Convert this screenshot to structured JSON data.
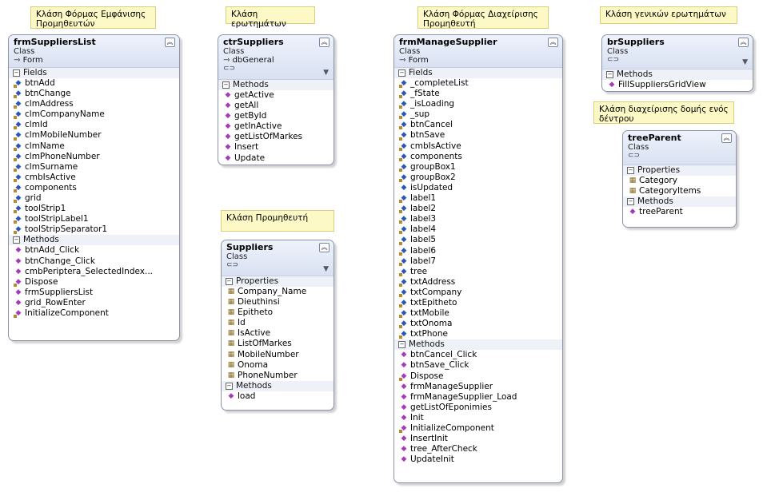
{
  "notes": {
    "n1": "Κλάση Φόρμας Εμφάνισης Προμηθευτών",
    "n2": "Κλάση ερωτημάτων",
    "n3": "Κλάση Φόρμας Διαχείρισης Προμηθευτή",
    "n4": "Κλάση γενικών ερωτημάτων",
    "n5": "Κλάση Προμηθευτή",
    "n6": "Κλάση διαχείρισης δομής ενός δέντρου"
  },
  "classes": {
    "frmSuppliersList": {
      "name": "frmSuppliersList",
      "stereotype": "Class",
      "base": "Form",
      "fields_title": "Fields",
      "fields": [
        "btnAdd",
        "btnChange",
        "clmAddress",
        "clmCompanyName",
        "clmId",
        "clmMobileNumber",
        "clmName",
        "clmPhoneNumber",
        "clmSurname",
        "cmbIsActive",
        "components",
        "grid",
        "toolStrip1",
        "toolStripLabel1",
        "toolStripSeparator1"
      ],
      "methods_title": "Methods",
      "methods": [
        "btnAdd_Click",
        "btnChange_Click",
        "cmbPeriptera_SelectedIndex...",
        "Dispose",
        "frmSuppliersList",
        "grid_RowEnter",
        "InitializeComponent"
      ]
    },
    "ctrSuppliers": {
      "name": "ctrSuppliers",
      "stereotype": "Class",
      "base": "dbGeneral",
      "methods_title": "Methods",
      "methods": [
        "getActive",
        "getAll",
        "getById",
        "getInActive",
        "getListOfMarkes",
        "Insert",
        "Update"
      ]
    },
    "frmManageSupplier": {
      "name": "frmManageSupplier",
      "stereotype": "Class",
      "base": "Form",
      "fields_title": "Fields",
      "fields": [
        "_completeList",
        "_fState",
        "_isLoading",
        "_sup",
        "btnCancel",
        "btnSave",
        "cmbIsActive",
        "components",
        "groupBox1",
        "groupBox2",
        "isUpdated",
        "label1",
        "label2",
        "label3",
        "label4",
        "label5",
        "label6",
        "label7",
        "tree",
        "txtAddress",
        "txtCompany",
        "txtEpitheto",
        "txtMobile",
        "txtOnoma",
        "txtPhone"
      ],
      "methods_title": "Methods",
      "methods": [
        "btnCancel_Click",
        "btnSave_Click",
        "Dispose",
        "frmManageSupplier",
        "frmManageSupplier_Load",
        "getListOfEponimies",
        "Init",
        "InitializeComponent",
        "InsertInit",
        "tree_AfterCheck",
        "UpdateInit"
      ]
    },
    "brSuppliers": {
      "name": "brSuppliers",
      "stereotype": "Class",
      "methods_title": "Methods",
      "methods": [
        "FillSuppliersGridView"
      ]
    },
    "Suppliers": {
      "name": "Suppliers",
      "stereotype": "Class",
      "props_title": "Properties",
      "props": [
        "Company_Name",
        "Dieuthinsi",
        "Epitheto",
        "Id",
        "IsActive",
        "ListOfMarkes",
        "MobileNumber",
        "Onoma",
        "PhoneNumber"
      ],
      "methods_title": "Methods",
      "methods": [
        "load"
      ]
    },
    "treeParent": {
      "name": "treeParent",
      "stereotype": "Class",
      "props_title": "Properties",
      "props": [
        "Category",
        "CategoryItems"
      ],
      "methods_title": "Methods",
      "methods": [
        "treeParent"
      ]
    }
  },
  "icons": {
    "field": "field-icon",
    "method": "method-icon",
    "property": "property-icon",
    "collapse": "collapse-chevron-icon",
    "filter": "filter-icon",
    "inherit": "inheritance-arrow-icon"
  }
}
